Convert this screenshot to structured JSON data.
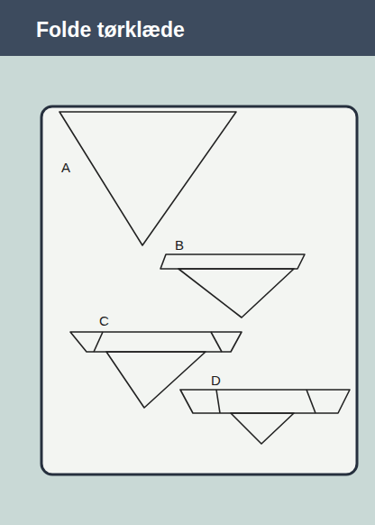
{
  "diagram": {
    "title": "Folde tørklæde",
    "labels": [
      "A",
      "B",
      "C",
      "D"
    ]
  }
}
